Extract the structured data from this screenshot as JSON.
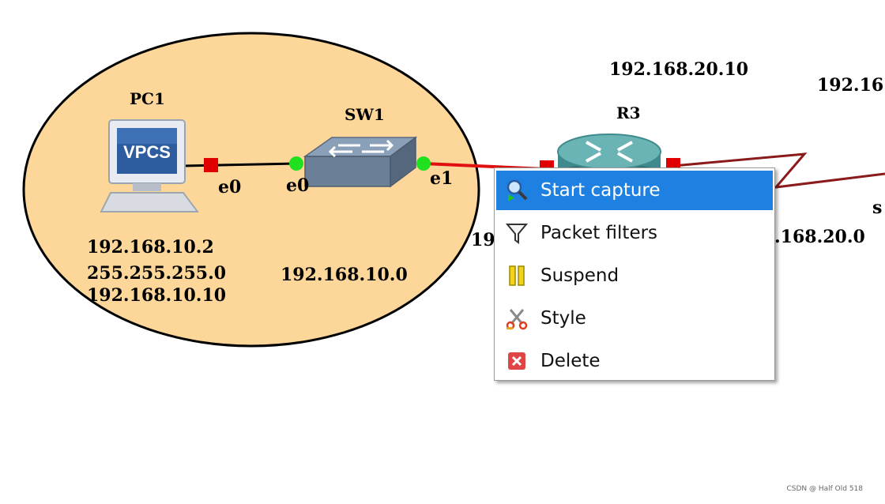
{
  "nodes": {
    "pc1": {
      "name": "PC1",
      "badge": "VPCS",
      "port": "e0",
      "ip": "192.168.10.2",
      "mask": "255.255.255.0",
      "gateway": "192.168.10.10"
    },
    "sw1": {
      "name": "SW1",
      "port_left": "e0",
      "port_right": "e1"
    },
    "r3": {
      "name": "R3",
      "ip_label": "192.168.20.10",
      "left_ip_fragment": "19"
    },
    "right_edge": {
      "ip_fragment": "192.16",
      "s_fragment": "s",
      "net_fragment": ".168.20.0"
    }
  },
  "network_label": "192.168.10.0",
  "context_menu": {
    "items": [
      {
        "label": "Start capture",
        "icon": "magnifier-capture-icon",
        "active": true
      },
      {
        "label": "Packet filters",
        "icon": "funnel-filter-icon",
        "active": false
      },
      {
        "label": "Suspend",
        "icon": "pause-icon",
        "active": false
      },
      {
        "label": "Style",
        "icon": "scissors-style-icon",
        "active": false
      },
      {
        "label": "Delete",
        "icon": "delete-x-icon",
        "active": false
      }
    ]
  },
  "watermark": "CSDN @ Half Old 518",
  "colors": {
    "area_fill": "#fdd79a",
    "link_active": "#e01010",
    "link_router": "#8b1a1a",
    "port_up": "#20e020",
    "port_down": "#e00000",
    "menu_highlight": "#1e80e0"
  }
}
